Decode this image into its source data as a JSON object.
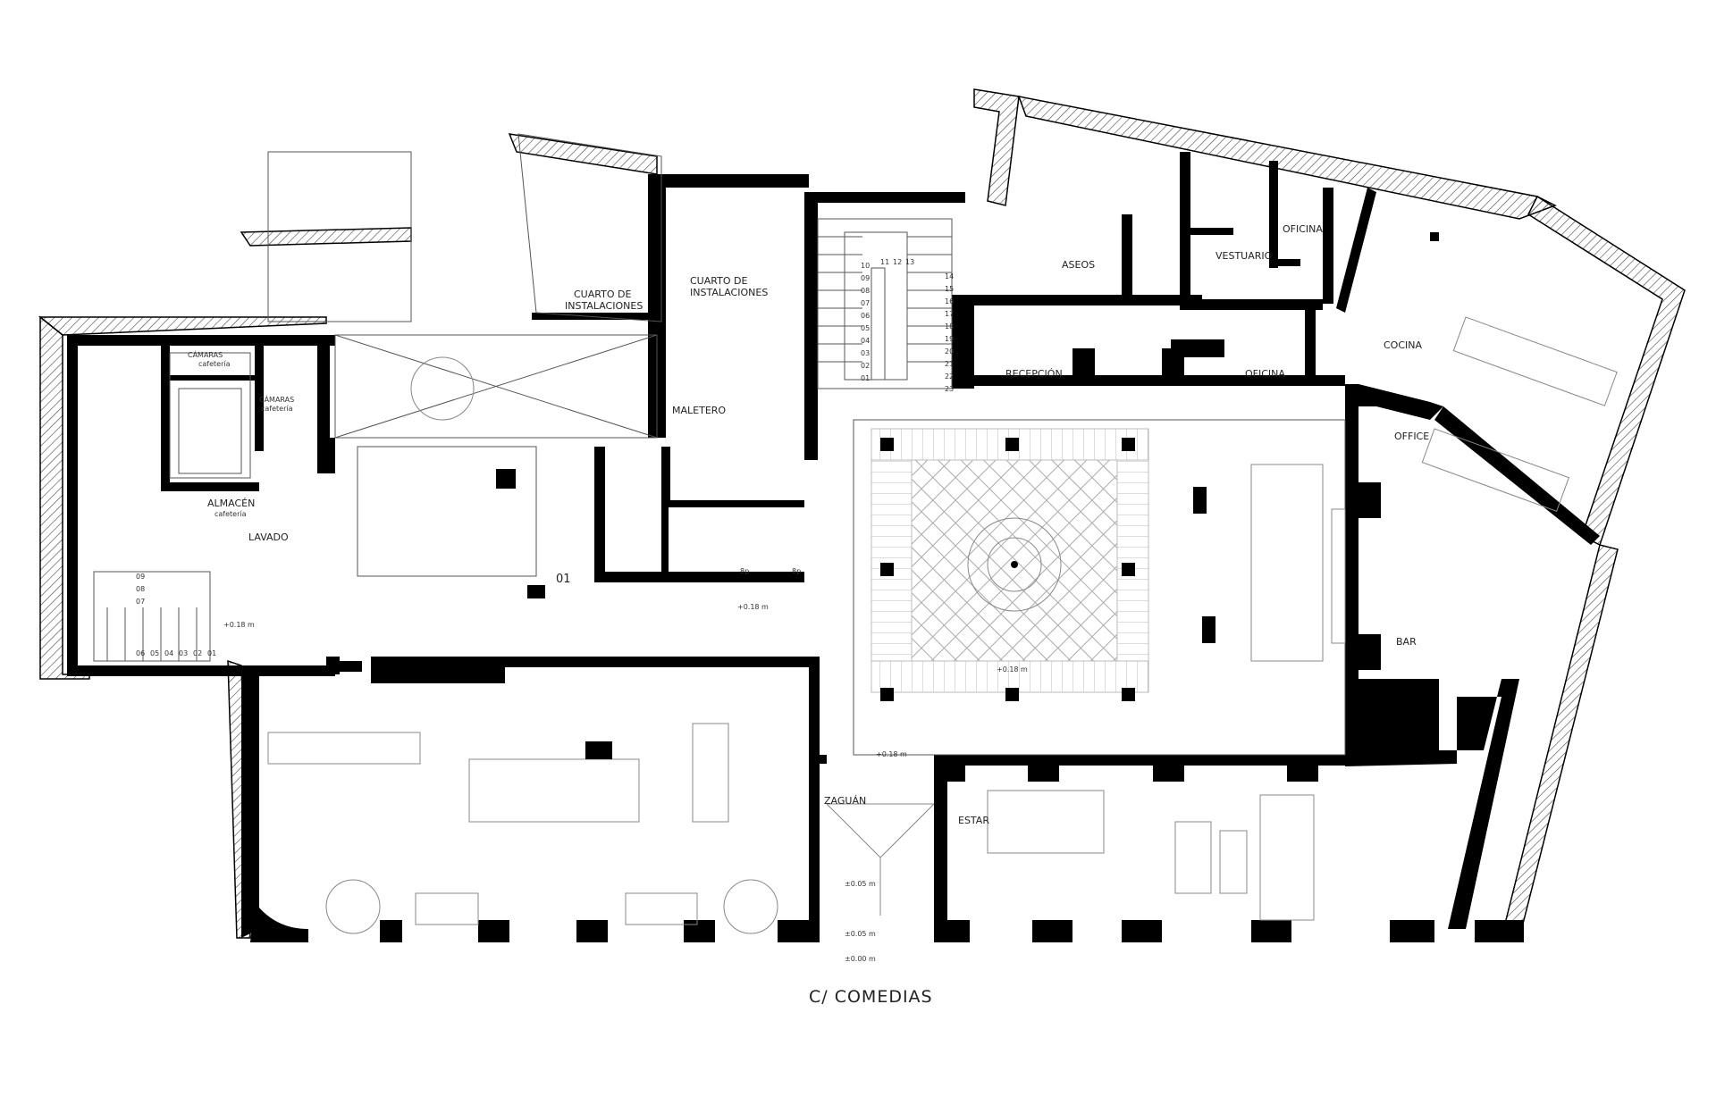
{
  "rooms": {
    "camaras_1": "CÁMARAS",
    "camaras_1_sub": "cafetería",
    "camaras_2": "CÁMARAS",
    "camaras_2_sub": "cafetería",
    "almacen": "ALMACÉN",
    "almacen_sub": "cafetería",
    "lavado": "LAVADO",
    "cuarto_inst_1_a": "CUARTO DE",
    "cuarto_inst_1_b": "INSTALACIONES",
    "cuarto_inst_2_a": "CUARTO DE",
    "cuarto_inst_2_b": "INSTALACIONES",
    "maletero": "MALETERO",
    "aseos": "ASEOS",
    "vestuario": "VESTUARIO",
    "oficina_1": "OFICINA",
    "oficina_2": "OFICINA",
    "recepcion": "RECEPCIÓN",
    "cocina": "COCINA",
    "office": "OFFICE",
    "bar": "BAR",
    "zaguan": "ZAGUÁN",
    "estar": "ESTAR",
    "room_01": "01"
  },
  "levels": {
    "l1": "+0.18 m",
    "l2": "+0.18 m",
    "l3": "+0.18 m",
    "l4": "+0.18 m",
    "l5": "±0.05 m",
    "l6": "±0.05 m",
    "l7": "±0.00 m"
  },
  "stairs_right": {
    "left_col": [
      "10",
      "09",
      "08",
      "07",
      "06",
      "05",
      "04",
      "03",
      "02",
      "01"
    ],
    "top_row": [
      "11",
      "12",
      "13"
    ],
    "right_col": [
      "14",
      "15",
      "16",
      "17",
      "18",
      "19",
      "20",
      "21",
      "22",
      "23"
    ]
  },
  "stairs_left": {
    "bottom_row": [
      "06",
      "05",
      "04",
      "03",
      "02",
      "01"
    ],
    "right_col": [
      "09",
      "08",
      "07"
    ]
  },
  "misc": {
    "ep1": "8p",
    "ep2": "8p"
  },
  "street": "C/ COMEDIAS"
}
